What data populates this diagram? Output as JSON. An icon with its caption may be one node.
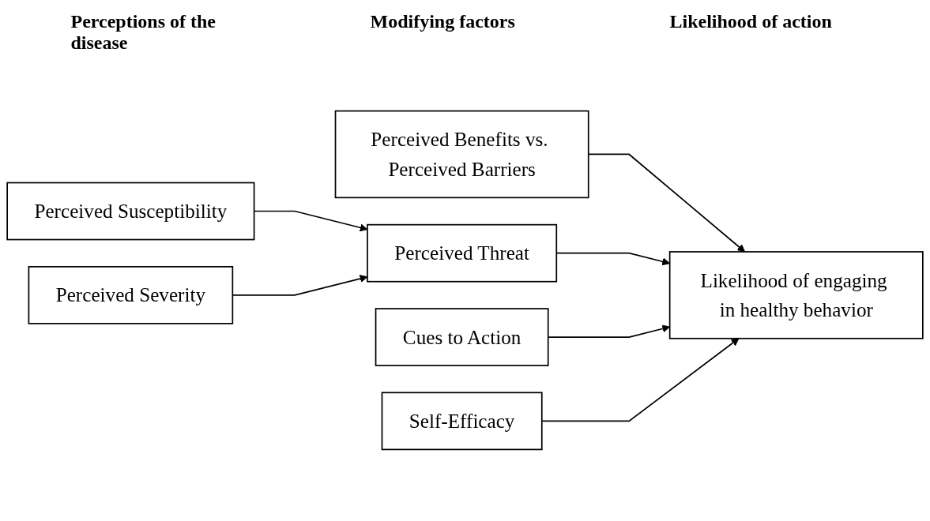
{
  "diagram": {
    "nodes": [
      {
        "text": [
          "Perceived Susceptibility"
        ]
      },
      {
        "text": [
          "Perceived Severity"
        ]
      },
      {
        "text": [
          "Perceived Benefits vs. Perceived Barriers"
        ]
      },
      {
        "text": [
          "Perceived Threat"
        ]
      },
      {
        "text": [
          "Cues to Action"
        ]
      },
      {
        "text": [
          "Self-Efficacy"
        ]
      },
      {
        "text": [
          "Likelihood of engaging in healthy behavior"
        ]
      }
    ],
    "edges": [
      {
        "from": 0,
        "to": 3,
        "arrow": "to"
      },
      {
        "from": 1,
        "to": 3,
        "arrow": "to"
      },
      {
        "from": 2,
        "to": 6,
        "arrow": "to"
      },
      {
        "from": 3,
        "to": 6,
        "arrow": "to"
      },
      {
        "from": 4,
        "to": 6,
        "arrow": "to"
      },
      {
        "from": 5,
        "to": 6,
        "arrow": "to"
      }
    ],
    "labels": [
      "Perceptions of the disease",
      "Modifying factors",
      "Likelihood of action"
    ]
  }
}
